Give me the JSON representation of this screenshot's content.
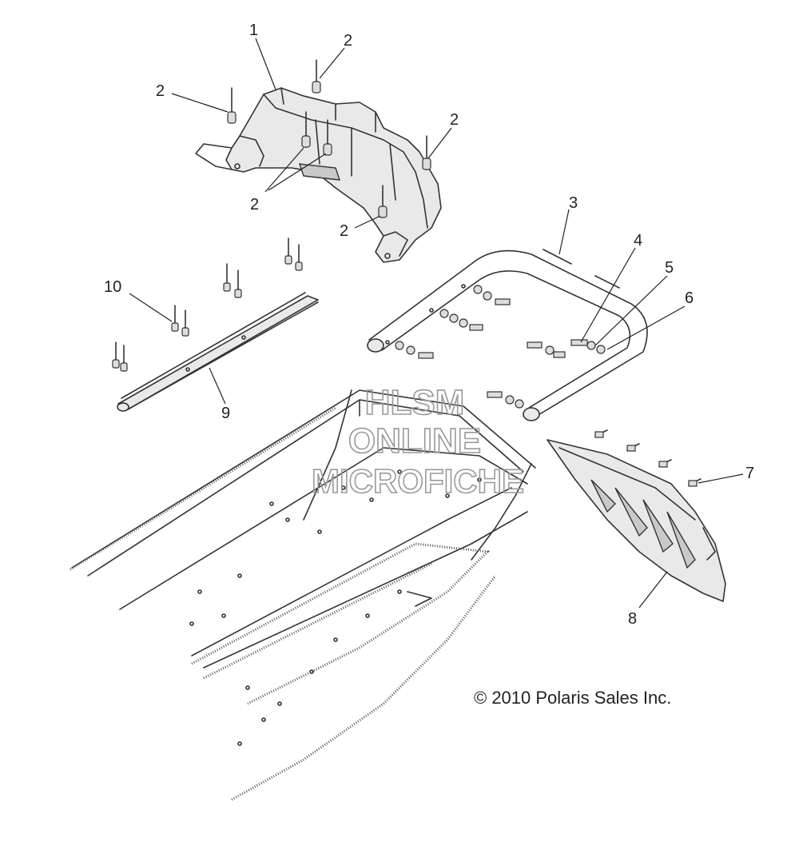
{
  "callouts": [
    {
      "id": "c1",
      "text": "1"
    },
    {
      "id": "c2a",
      "text": "2"
    },
    {
      "id": "c2b",
      "text": "2"
    },
    {
      "id": "c2c",
      "text": "2"
    },
    {
      "id": "c2d",
      "text": "2"
    },
    {
      "id": "c2e",
      "text": "2"
    },
    {
      "id": "c3",
      "text": "3"
    },
    {
      "id": "c4",
      "text": "4"
    },
    {
      "id": "c5",
      "text": "5"
    },
    {
      "id": "c6",
      "text": "6"
    },
    {
      "id": "c7",
      "text": "7"
    },
    {
      "id": "c8",
      "text": "8"
    },
    {
      "id": "c9",
      "text": "9"
    },
    {
      "id": "c10",
      "text": "10"
    }
  ],
  "watermark": {
    "line1": "HLSM",
    "line2": "ONLINE",
    "line3": "MICROFICHE"
  },
  "copyright": "© 2010 Polaris Sales Inc."
}
